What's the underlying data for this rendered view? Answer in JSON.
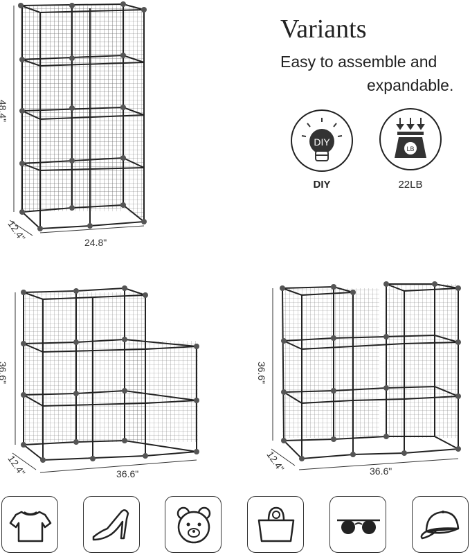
{
  "header": {
    "title": "Variants",
    "subtitle_line1": "Easy to assemble and",
    "subtitle_line2": "expandable."
  },
  "features": [
    {
      "icon": "diy-bulb-icon",
      "icon_text": "DIY",
      "label": "DIY"
    },
    {
      "icon": "scale-icon",
      "icon_text": "LB",
      "label": "22LB"
    }
  ],
  "configurations": {
    "tall": {
      "height": "48.4\"",
      "depth": "12.4\"",
      "width": "24.8\""
    },
    "stepped": {
      "height": "36.6\"",
      "depth": "12.4\"",
      "width": "36.6\""
    },
    "split": {
      "height": "36.6\"",
      "depth": "12.4\"",
      "width": "36.6\""
    }
  },
  "storage_items": [
    {
      "icon": "t-shirt-icon"
    },
    {
      "icon": "high-heel-icon"
    },
    {
      "icon": "teddy-bear-icon"
    },
    {
      "icon": "handbag-icon"
    },
    {
      "icon": "sunglasses-icon"
    },
    {
      "icon": "cap-icon"
    }
  ]
}
